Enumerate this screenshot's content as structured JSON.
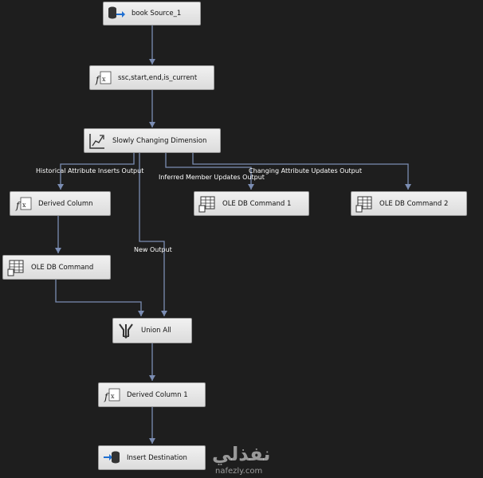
{
  "nodes": {
    "source": {
      "label": "book Source_1",
      "icon": "source-icon"
    },
    "script": {
      "label": "ssc,start,end,is_current",
      "icon": "fx-icon"
    },
    "scd": {
      "label": "Slowly Changing Dimension",
      "icon": "scd-icon"
    },
    "derived": {
      "label": "Derived Column",
      "icon": "fx-icon"
    },
    "oledb1": {
      "label": "OLE DB Command 1",
      "icon": "table-icon"
    },
    "oledb2": {
      "label": "OLE DB Command 2",
      "icon": "table-icon"
    },
    "oledb": {
      "label": "OLE DB Command",
      "icon": "table-icon"
    },
    "union": {
      "label": "Union All",
      "icon": "union-icon"
    },
    "derived1": {
      "label": "Derived Column 1",
      "icon": "fx-icon"
    },
    "dest": {
      "label": "Insert Destination",
      "icon": "destination-icon"
    }
  },
  "paths": {
    "historical": "Historical Attribute Inserts Output",
    "inferred": "Inferred Member Updates Output",
    "changing": "Changing Attribute Updates Output",
    "new": "New Output"
  },
  "watermark": {
    "arabic": "نفذلي",
    "site": "nafezly.com"
  },
  "colors": {
    "background": "#1e1e1e",
    "connector": "#7b8db3",
    "node": "#e6e6e6"
  }
}
